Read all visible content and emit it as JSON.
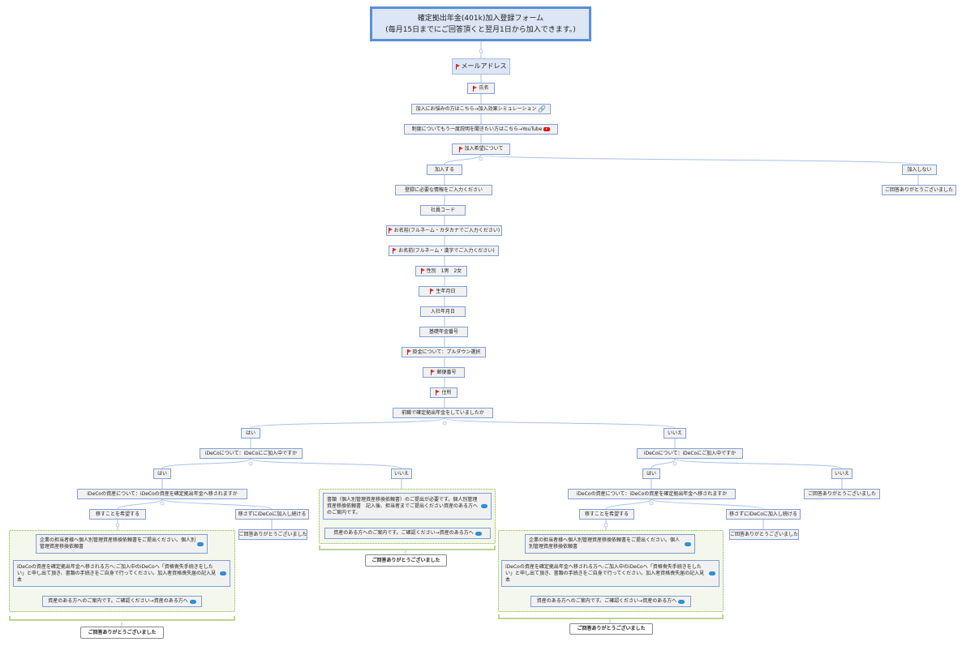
{
  "title": {
    "line1": "確定拠出年金(401k)加入登録フォーム",
    "line2": "(毎月15日までにご回答頂くと翌月1日から加入できます。)"
  },
  "nodes": {
    "email": "メールアドレス",
    "name": "氏名",
    "simulation": "加入にお悩みの方はこちら→加入効果シミュレーション",
    "youtube": "制度についてもう一度説明を聞きたい方はこちら→YouTube",
    "hope": "加入希望について",
    "join": "加入する",
    "no_join": "加入しない",
    "thanks_top_right": "ご回答ありがとうございました",
    "register_info": "登録に必要な情報をご入力ください",
    "employee_code": "社員コード",
    "name_kana": "お名前(フルネーム・カタカナでご入力ください)",
    "name_kanji": "お名前(フルネーム・漢字でご入力ください)",
    "gender": "性別　1男　2女",
    "birthday": "生年月日",
    "join_date": "入社年月日",
    "pension_no": "基礎年金番号",
    "contribution": "掛金について：プルダウン選択",
    "postal": "郵便番号",
    "address": "住所",
    "prev_job": "前職で確定拠出年金をしていましたか",
    "yes_l": "はい",
    "no_r": "いいえ",
    "ideco_l": "iDeCoについて：iDeCoにご加入中ですか",
    "ideco_r": "iDeCoについて：iDeCoにご加入中ですか",
    "yes_ll": "はい",
    "no_lr": "いいえ",
    "yes_rl": "はい",
    "no_rr": "いいえ",
    "transfer_q_l": "iDeCoの資産について：iDeCoの資産を確定拠出年金へ移されますか",
    "transfer_q_r": "iDeCoの資産について：iDeCoの資産を確定拠出年金へ移されますか",
    "wish_transfer_l": "移すことを希望する",
    "keep_ideco_l": "移さずにiDeCoに加入し続ける",
    "thanks_keep_l": "ご回答ありがとうございました",
    "wish_transfer_r": "移すことを希望する",
    "keep_ideco_r": "移さずにiDeCoに加入し続ける",
    "thanks_keep_r": "ご回答ありがとうございました",
    "thanks_rr": "ご回答ありがとうございました",
    "lg1": "企業の担当者様へ個人別管理資産移換依頼書をご提出ください。個人別管理資産移換依頼書",
    "lg2": "iDeCoの資産を確定拠出年金へ移される方へ:ご加入中のiDeCoへ「資格喪失手続きをしたい」と申し出て頂き、書類の手続きをご自身で行ってください。加入者資格喪失届の記入見本",
    "lg3": "資産のある方へのご案内です。ご確認ください→資産のある方へ",
    "thanks_lg": "ご回答ありがとうございました",
    "mg1": "書類（個人別管理資産移換依頼書）のご提出が必要です。個人別管理資産移換依頼書　記入後、担当者までご提出ください資産のある方へのご案内です。",
    "mg2": "資産のある方へのご案内です。ご確認ください→資産のある方へ",
    "thanks_mg": "ご回答ありがとうございました",
    "rg1": "企業の担当者様へ個人別管理資産移換依頼書をご提出ください。個人別管理資産移換依頼書",
    "rg2": "iDeCoの資産を確定拠出年金へ移される方へ:ご加入中のiDeCoへ「資格喪失手続きをしたい」と申し出て頂き、書類の手続きをご自身で行ってください。加入者資格喪失届の記入見本",
    "rg3": "資産のある方へのご案内です。ご確認ください→資産のある方へ",
    "thanks_rg": "ご回答ありがとうございました"
  },
  "colors": {
    "node_border": "#7f9fd4",
    "connector": "#a5bde4",
    "group_border": "#8ab33f",
    "flag": "#e03030"
  }
}
